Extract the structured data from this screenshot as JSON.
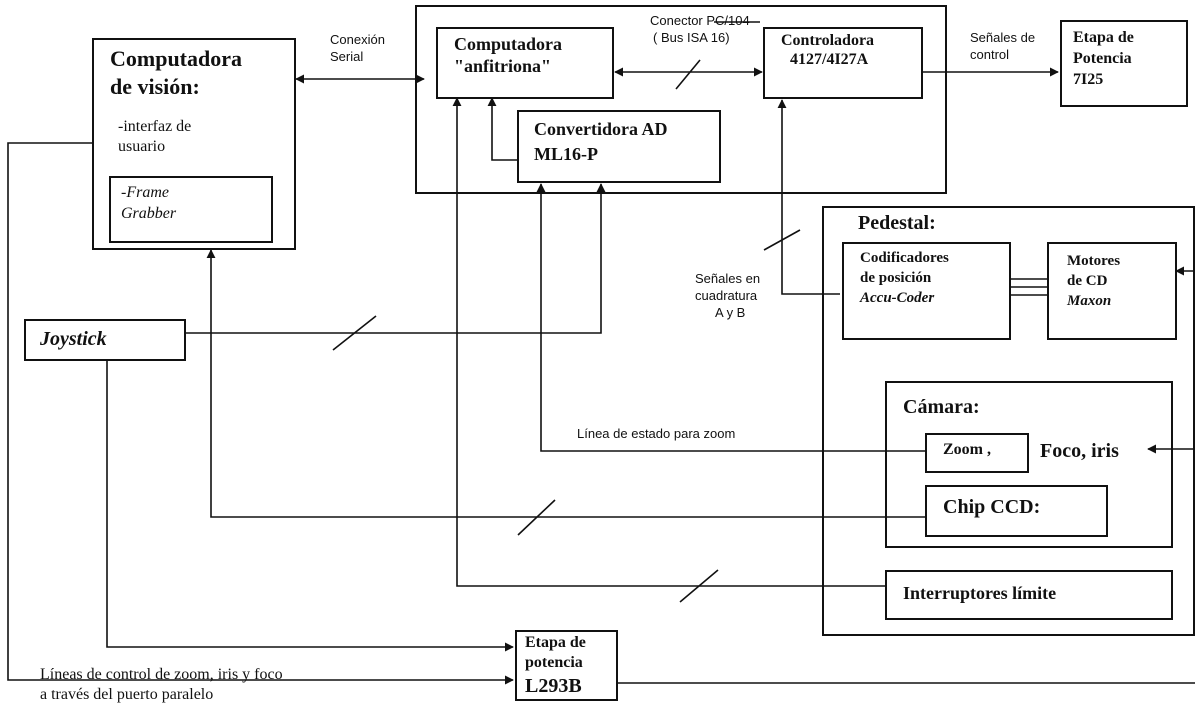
{
  "blocks": {
    "vision": {
      "title_line1": "Computadora",
      "title_line2": "de visión:",
      "item_line1": "-interfaz de",
      "item_line2": "usuario"
    },
    "frame_grabber": {
      "line1": "-Frame",
      "line2": "Grabber"
    },
    "host": {
      "line1": "Computadora",
      "line2": "\"anfitriona\""
    },
    "controller": {
      "line1": "Controladora",
      "line2": "4127/4I27A"
    },
    "power_stage_top": {
      "line1": "Etapa de",
      "line2": "Potencia",
      "line3": "7I25"
    },
    "adc": {
      "line1": "Convertidora AD",
      "line2": "ML16-P"
    },
    "pedestal": {
      "title": "Pedestal:"
    },
    "encoders": {
      "line1": "Codificadores",
      "line2": "de posición",
      "line3": "Accu-Coder"
    },
    "motors": {
      "line1": "Motores",
      "line2": "de CD",
      "line3": "Maxon"
    },
    "joystick": {
      "label": "Joystick"
    },
    "camera": {
      "title": "Cámara:"
    },
    "zoom": {
      "label": "Zoom ,"
    },
    "chip_ccd": {
      "label": "Chip CCD:"
    },
    "limit_switches": {
      "label": "Interruptores límite"
    },
    "power_stage_bottom": {
      "line1": "Etapa de",
      "line2": "potencia",
      "line3": "L293B"
    }
  },
  "labels": {
    "serial_line1": "Conexión",
    "serial_line2": "Serial",
    "pc104_line1": "Conector PC/104",
    "pc104_line2": "( Bus ISA 16)",
    "control_signals_line1": "Señales de",
    "control_signals_line2": "control",
    "quadrature_line1": "Señales en",
    "quadrature_line2": "cuadratura",
    "quadrature_line3": "A y B",
    "zoom_status": "Línea de estado para zoom",
    "focus_iris": "Foco, iris",
    "bottom_note_line1": "Líneas de control de zoom, iris y foco",
    "bottom_note_line2": "a través del puerto paralelo"
  }
}
